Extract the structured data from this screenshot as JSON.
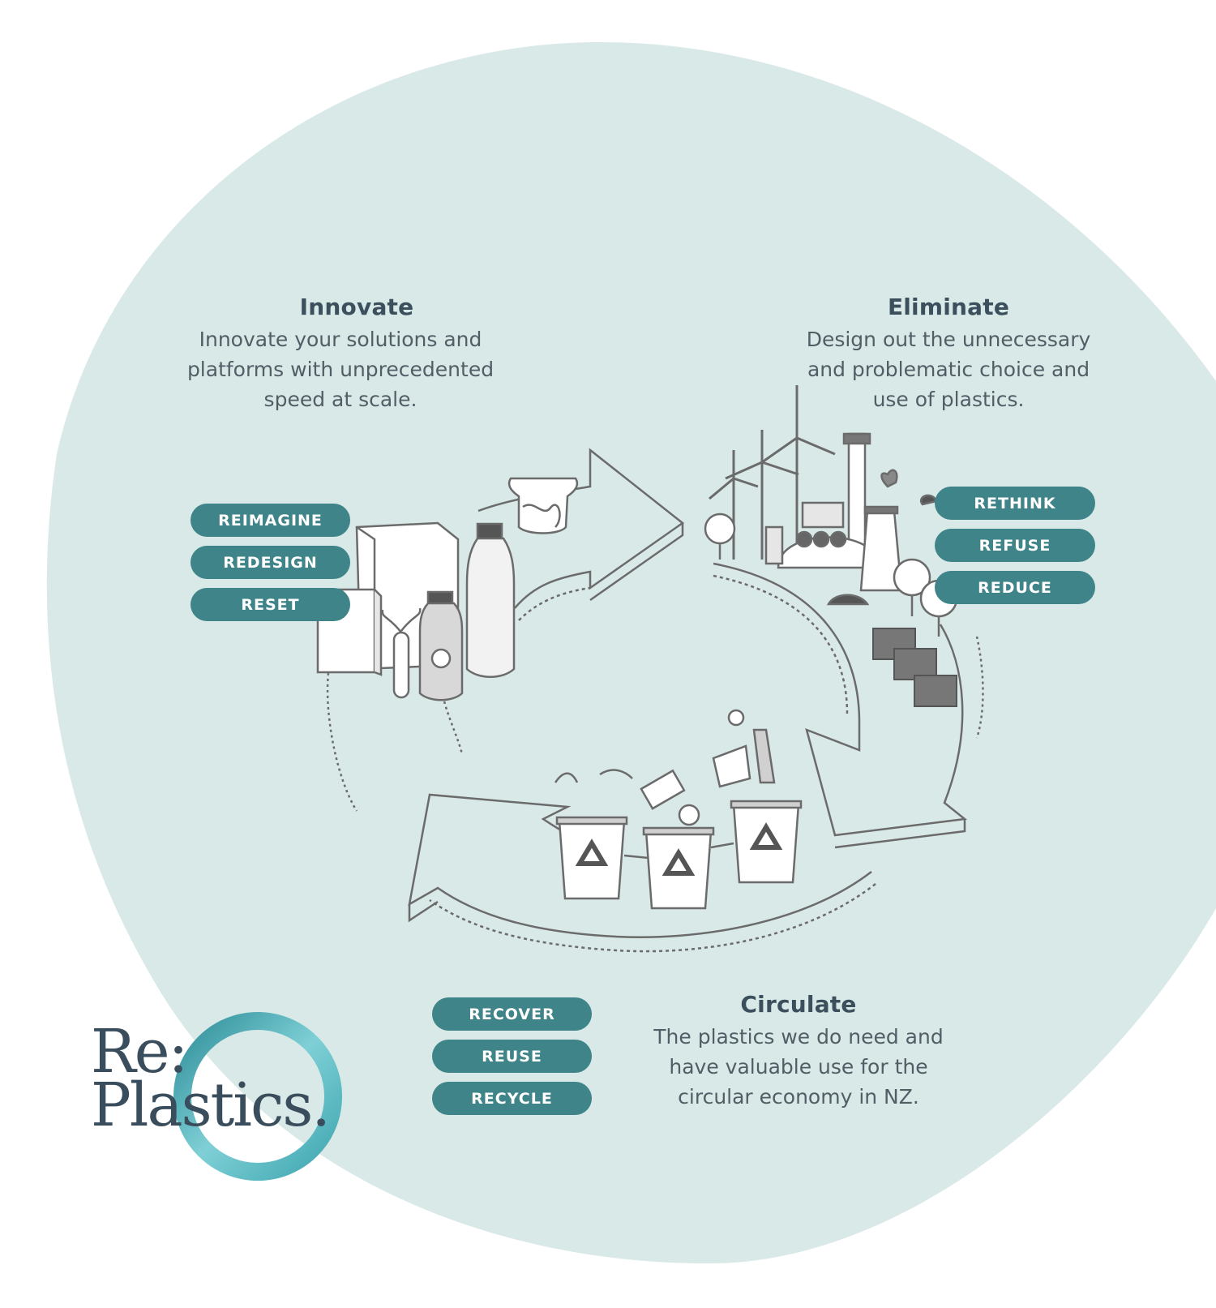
{
  "sections": {
    "innovate": {
      "title": "Innovate",
      "description": [
        "Innovate your solutions and",
        "platforms with unprecedented",
        "speed at scale."
      ],
      "actions": [
        "REIMAGINE",
        "REDESIGN",
        "RESET"
      ]
    },
    "eliminate": {
      "title": "Eliminate",
      "description": [
        "Design out the unnecessary",
        "and problematic choice and",
        "use of plastics."
      ],
      "actions": [
        "RETHINK",
        "REFUSE",
        "REDUCE"
      ]
    },
    "circulate": {
      "title": "Circulate",
      "description": [
        "The plastics we do need and",
        "have valuable use for the",
        "circular economy in NZ."
      ],
      "actions": [
        "RECOVER",
        "REUSE",
        "RECYCLE"
      ]
    }
  },
  "logo": {
    "line1": "Re:",
    "line2": "Plastics."
  },
  "colors": {
    "background_blob": "#d9e9e8",
    "pill": "#3f8489",
    "heading": "#3b4f5c",
    "body_text": "#525d66",
    "illustration_stroke": "#6b6b6b",
    "logo_ring": "#4fb3bd"
  },
  "icons": [
    "cycle-arrow-icon",
    "packaging-icon",
    "bottle-icon",
    "wind-turbine-icon",
    "factory-icon",
    "solar-panel-icon",
    "tree-icon",
    "recycle-bin-icon"
  ]
}
